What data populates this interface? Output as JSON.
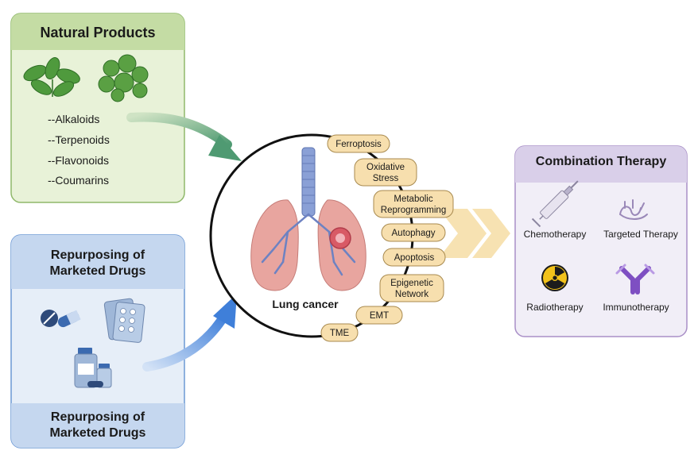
{
  "natural_products": {
    "title": "Natural Products",
    "items": [
      "--Alkaloids",
      "--Terpenoids",
      "--Flavonoids",
      "--Coumarins"
    ]
  },
  "repurposing": {
    "title_line1": "Repurposing of",
    "title_line2": "Marketed Drugs",
    "bottom_line1": "Repurposing of",
    "bottom_line2": "Marketed Drugs"
  },
  "center": {
    "label": "Lung cancer",
    "mechanisms": [
      {
        "lines": [
          "Ferroptosis"
        ]
      },
      {
        "lines": [
          "Oxidative",
          "Stress"
        ]
      },
      {
        "lines": [
          "Metabolic",
          "Reprogramming"
        ]
      },
      {
        "lines": [
          "Autophagy"
        ]
      },
      {
        "lines": [
          "Apoptosis"
        ]
      },
      {
        "lines": [
          "Epigenetic",
          "Network"
        ]
      },
      {
        "lines": [
          "EMT"
        ]
      },
      {
        "lines": [
          "TME"
        ]
      }
    ]
  },
  "combination": {
    "title": "Combination Therapy",
    "therapies": [
      {
        "label": "Chemotherapy",
        "icon": "syringe-icon"
      },
      {
        "label": "Targeted Therapy",
        "icon": "antibody-fragment-icon"
      },
      {
        "label": "Radiotherapy",
        "icon": "radiation-icon"
      },
      {
        "label": "Immunotherapy",
        "icon": "antibody-icon"
      }
    ]
  },
  "colors": {
    "green_box": "#e8f2d8",
    "green_border": "#8fb86a",
    "green_title": "#c4dca4",
    "blue_box": "#e6eef8",
    "blue_border": "#6c98d4",
    "blue_title": "#c5d7ef",
    "purple_box": "#f1eef7",
    "purple_border": "#a98fc7",
    "purple_title": "#d9cfe9",
    "tag_fill": "#f7dfae",
    "tag_border": "#a88a4f",
    "chevron": "#f7e2b2",
    "lung": "#e8a59f",
    "trachea": "#8aa0d6"
  }
}
